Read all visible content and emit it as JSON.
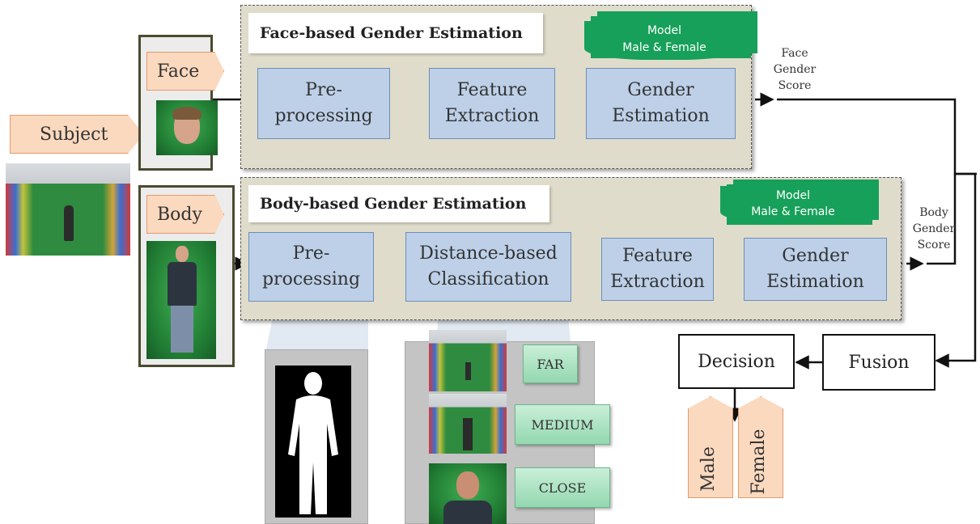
{
  "face_panel": {
    "title": "Face-based Gender Estimation",
    "steps": [
      "Pre-\nprocessing",
      "Feature\nExtraction",
      "Gender\nEstimation"
    ],
    "model": "Model\nMale & Female",
    "score": "Face\nGender\nScore"
  },
  "body_panel": {
    "title": "Body-based Gender Estimation",
    "steps": [
      "Pre-\nprocessing",
      "Distance-based\nClassification",
      "Feature\nExtraction",
      "Gender\nEstimation"
    ],
    "model": "Model\nMale & Female",
    "score": "Body\nGender\nScore"
  },
  "inputs": {
    "subject": "Subject",
    "face": "Face",
    "body": "Body"
  },
  "fusion": {
    "fusion": "Fusion",
    "decision": "Decision",
    "male": "Male",
    "female": "Female"
  },
  "distance_labels": [
    "FAR",
    "MEDIUM",
    "CLOSE"
  ]
}
